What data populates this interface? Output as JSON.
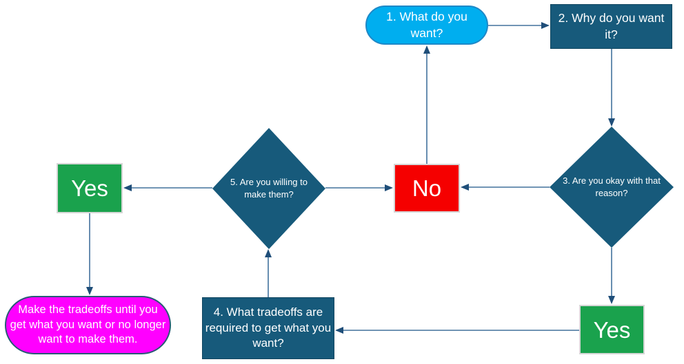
{
  "diagram": {
    "type": "flowchart",
    "background": "#FFFFFF"
  },
  "palette": {
    "start_fill": "#00AEEF",
    "start_border": "#1E88C7",
    "process_fill": "#175A7B",
    "process_border": "#10455F",
    "no_fill": "#F50000",
    "yes_fill": "#1AA24D",
    "label_border": "#D6D6D6",
    "outcome_fill": "#FF00FF",
    "outcome_border": "#275A75",
    "connector": "#41719C",
    "arrowhead": "#1F4E79",
    "text": "#FFFFFF"
  },
  "nodes": [
    {
      "id": "q1",
      "shape": "stadium",
      "role": "start",
      "label": "1. What do you want?"
    },
    {
      "id": "q2",
      "shape": "rectangle",
      "role": "process",
      "label": "2. Why do you want it?"
    },
    {
      "id": "q3",
      "shape": "diamond",
      "role": "decision",
      "label": "3. Are you okay with that reason?"
    },
    {
      "id": "no",
      "shape": "rectangle",
      "role": "answer",
      "label": "No"
    },
    {
      "id": "q5",
      "shape": "diamond",
      "role": "decision",
      "label": "5. Are you willing to make them?"
    },
    {
      "id": "yes_left",
      "shape": "rectangle",
      "role": "answer",
      "label": "Yes"
    },
    {
      "id": "q4",
      "shape": "rectangle",
      "role": "process",
      "label": "4. What tradeoffs are required to get what you want?"
    },
    {
      "id": "yes_right",
      "shape": "rectangle",
      "role": "answer",
      "label": "Yes"
    },
    {
      "id": "outcome",
      "shape": "stadium",
      "role": "terminal",
      "label": "Make the tradeoffs until you get what you want or no longer want to make them."
    }
  ],
  "edges": [
    {
      "from": "q1",
      "to": "q2"
    },
    {
      "from": "q2",
      "to": "q3"
    },
    {
      "from": "q3",
      "to": "no"
    },
    {
      "from": "no",
      "to": "q1"
    },
    {
      "from": "q3",
      "to": "yes_right"
    },
    {
      "from": "yes_right",
      "to": "q4"
    },
    {
      "from": "q4",
      "to": "q5"
    },
    {
      "from": "q5",
      "to": "no"
    },
    {
      "from": "q5",
      "to": "yes_left"
    },
    {
      "from": "yes_left",
      "to": "outcome"
    }
  ]
}
